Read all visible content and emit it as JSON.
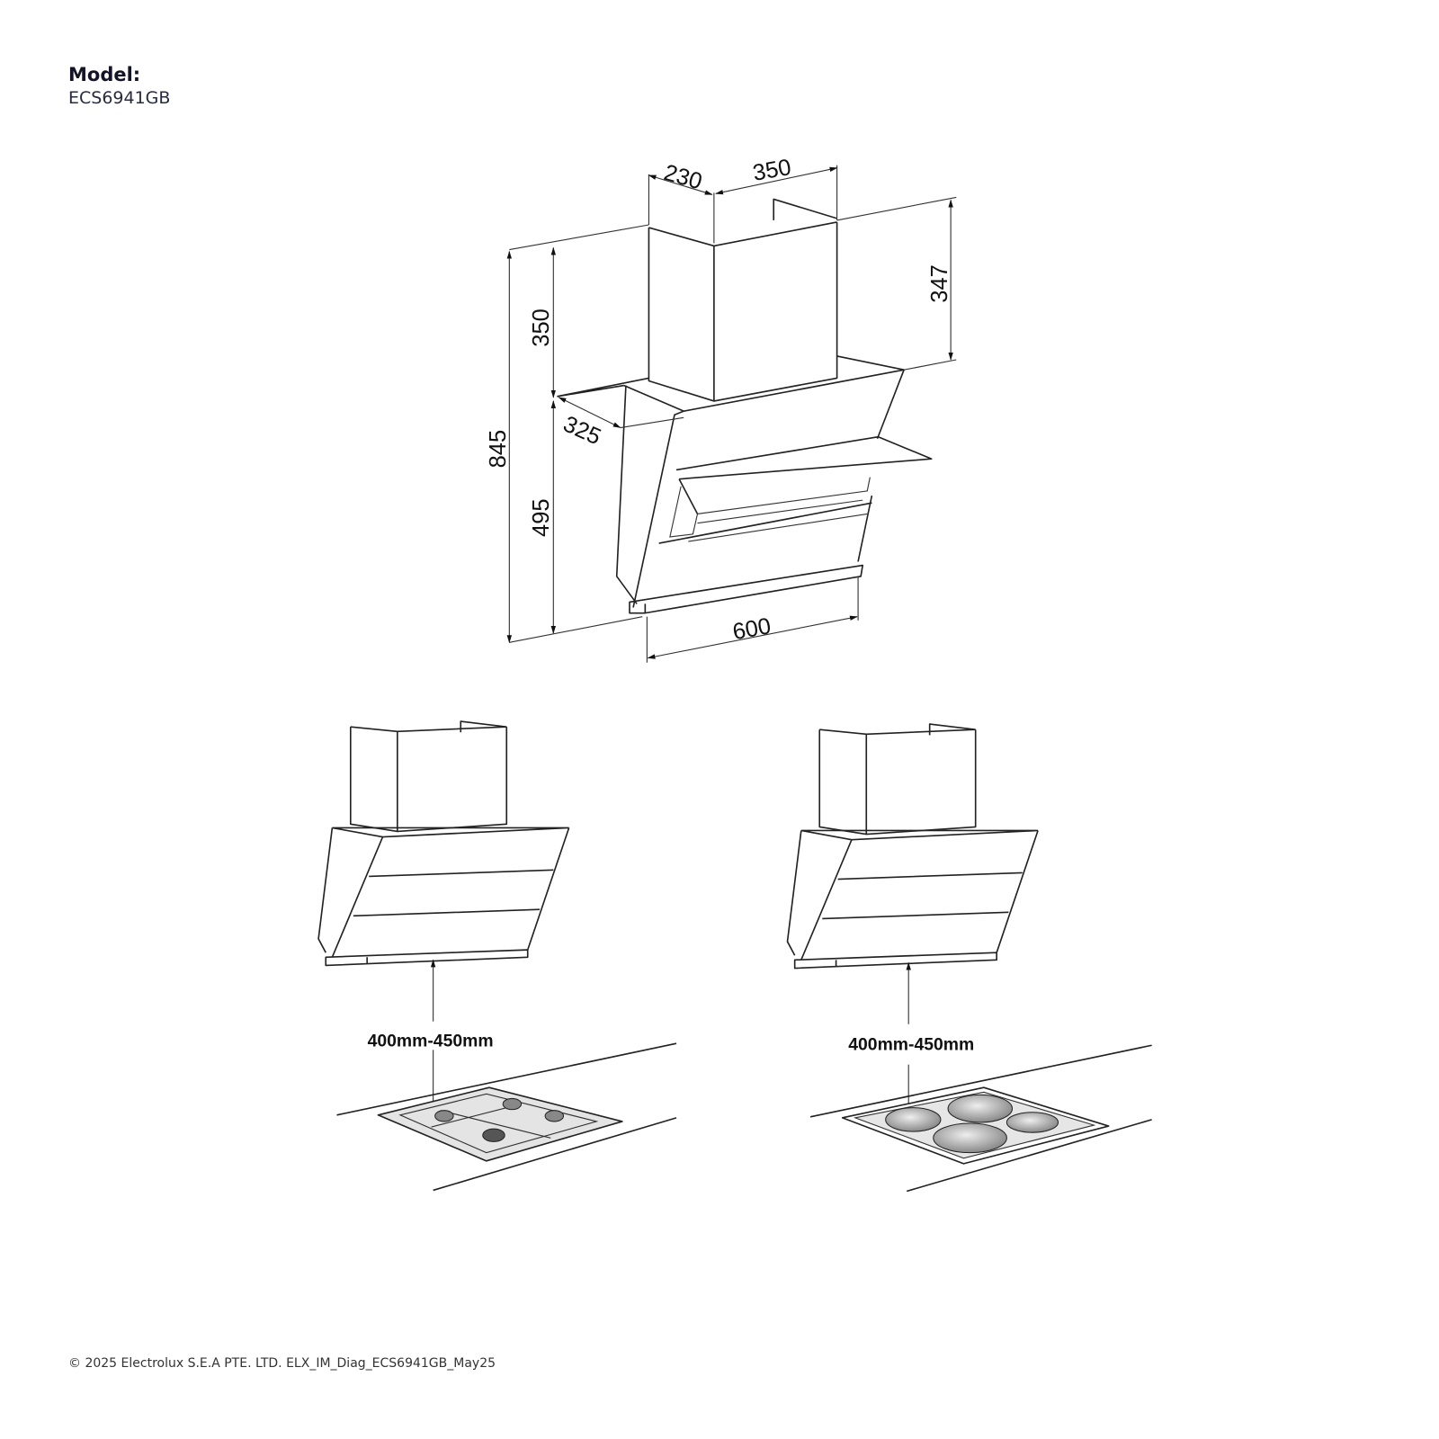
{
  "header": {
    "model_label": "Model:",
    "model_value": "ECS6941GB"
  },
  "dimensions": {
    "chimney_depth": "230",
    "chimney_width": "350",
    "chimney_height": "350",
    "chimney_right_height": "347",
    "total_height": "845",
    "body_height": "495",
    "body_depth": "325",
    "body_width": "600"
  },
  "installation": {
    "gas_hob_clearance": "400mm-450mm",
    "electric_hob_clearance": "400mm-450mm"
  },
  "footer": {
    "copyright": "© 2025 Electrolux S.E.A PTE. LTD. ELX_IM_Diag_ECS6941GB_May25"
  }
}
